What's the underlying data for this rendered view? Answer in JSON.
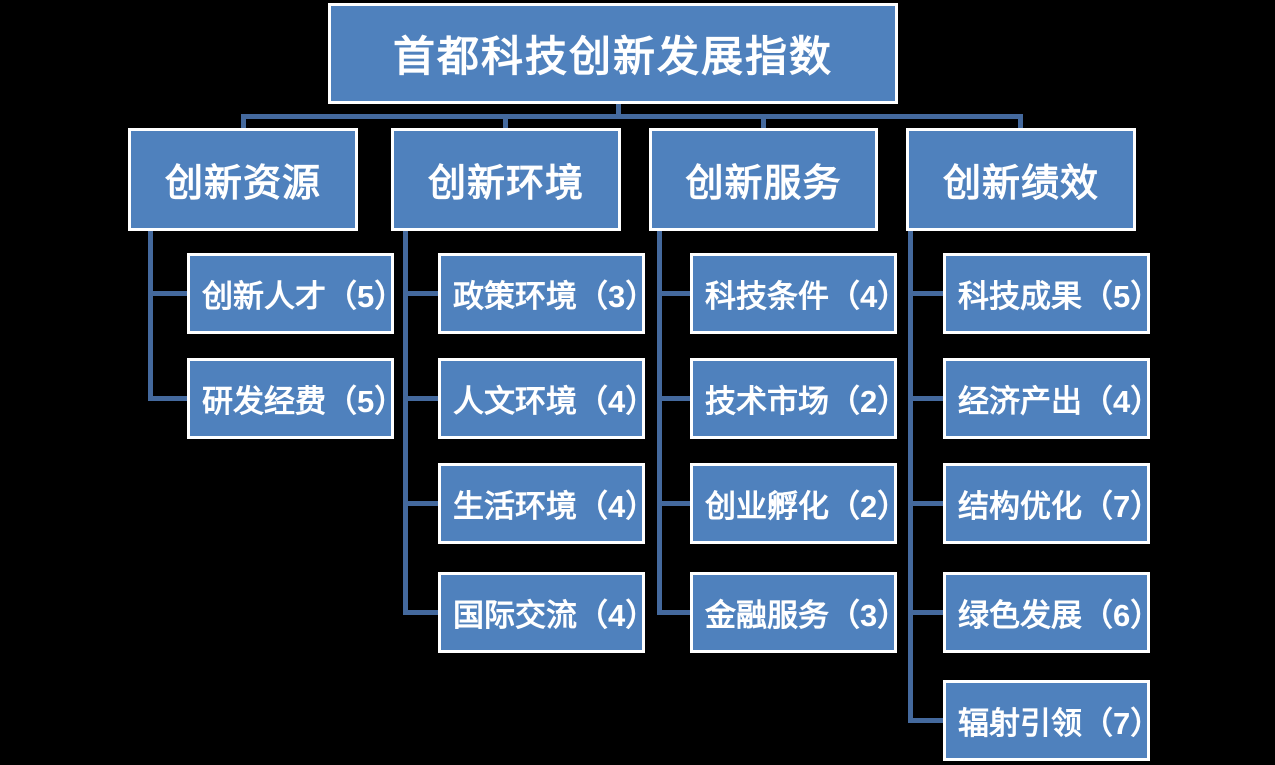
{
  "title": "首都科技创新发展指数",
  "diagram_type": "organization-hierarchy",
  "colors": {
    "background": "#000000",
    "box_fill": "#4F81BD",
    "box_border": "#FFFFFF",
    "connector": "#44699D",
    "text": "#FFFFFF"
  },
  "branches": [
    {
      "label": "创新资源",
      "children": [
        {
          "label": "创新人才（5）"
        },
        {
          "label": "研发经费（5）"
        }
      ]
    },
    {
      "label": "创新环境",
      "children": [
        {
          "label": "政策环境（3）"
        },
        {
          "label": "人文环境（4）"
        },
        {
          "label": "生活环境（4）"
        },
        {
          "label": "国际交流（4）"
        }
      ]
    },
    {
      "label": "创新服务",
      "children": [
        {
          "label": "科技条件（4）"
        },
        {
          "label": "技术市场（2）"
        },
        {
          "label": "创业孵化（2）"
        },
        {
          "label": "金融服务（3）"
        }
      ]
    },
    {
      "label": "创新绩效",
      "children": [
        {
          "label": "科技成果（5）"
        },
        {
          "label": "经济产出（4）"
        },
        {
          "label": "结构优化（7）"
        },
        {
          "label": "绿色发展（6）"
        },
        {
          "label": "辐射引领（7）"
        }
      ]
    }
  ]
}
